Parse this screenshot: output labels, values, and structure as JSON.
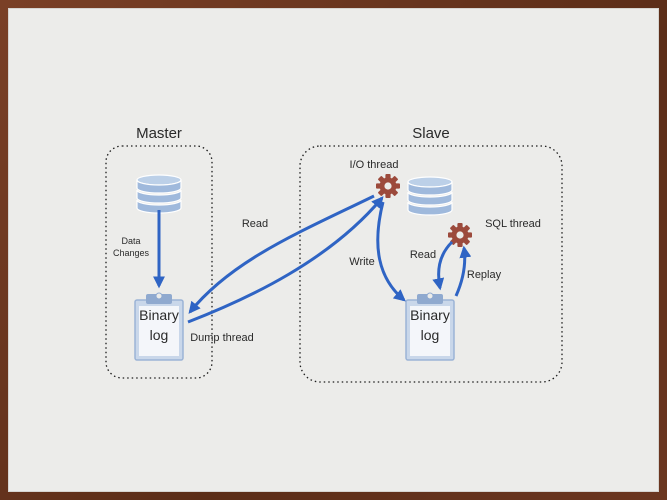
{
  "diagram": {
    "master": {
      "title": "Master",
      "data_changes": [
        "Data",
        "Changes"
      ],
      "binlog": [
        "Binary",
        "log"
      ],
      "dump_thread": "Dump thread"
    },
    "slave": {
      "title": "Slave",
      "io_thread": "I/O thread",
      "sql_thread": "SQL thread",
      "relaylog": [
        "Binary",
        "log"
      ]
    },
    "edges": {
      "read_remote": "Read",
      "write": "Write",
      "read_local": "Read",
      "replay": "Replay"
    },
    "colors": {
      "arrow": "#2f64c4",
      "gear": "#9c4a3c",
      "db": "#a9c1df",
      "clipboard": "#c9d7ea"
    }
  }
}
